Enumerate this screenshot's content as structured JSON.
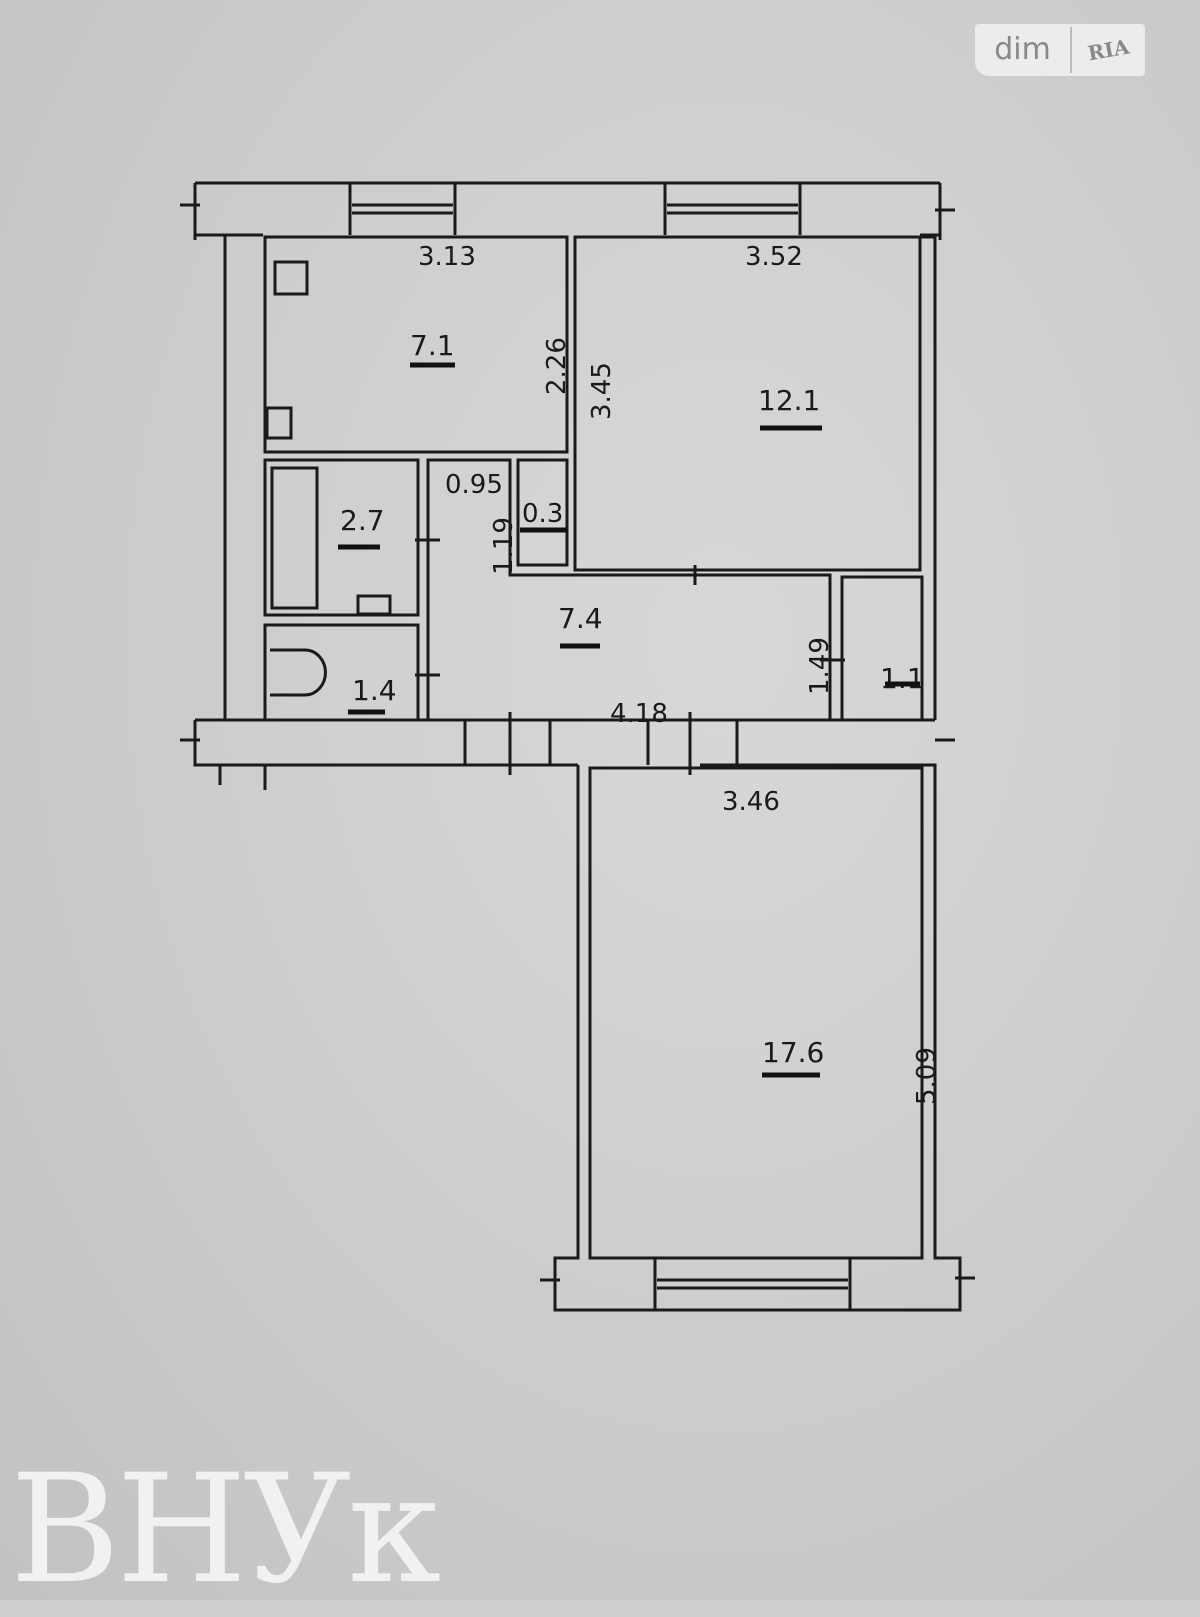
{
  "logo": {
    "dim": "dim",
    "ria": "RIA"
  },
  "watermark": "ВНУк",
  "rooms": {
    "kitchen": {
      "area": "7.1",
      "width": "3.13",
      "depth": "2.26"
    },
    "room_a": {
      "area": "12.1",
      "width": "3.52",
      "depth": "3.45"
    },
    "bathroom": {
      "area": "2.7"
    },
    "toilet": {
      "area": "1.4"
    },
    "hall": {
      "area": "7.4",
      "width": "4.18",
      "depth": "1.49"
    },
    "closet_small": {
      "area": "0.3",
      "width": "0.95",
      "depth": "1.19"
    },
    "closet": {
      "area": "1.1"
    },
    "room_b": {
      "area": "17.6",
      "width": "3.46",
      "depth": "5.09"
    }
  }
}
